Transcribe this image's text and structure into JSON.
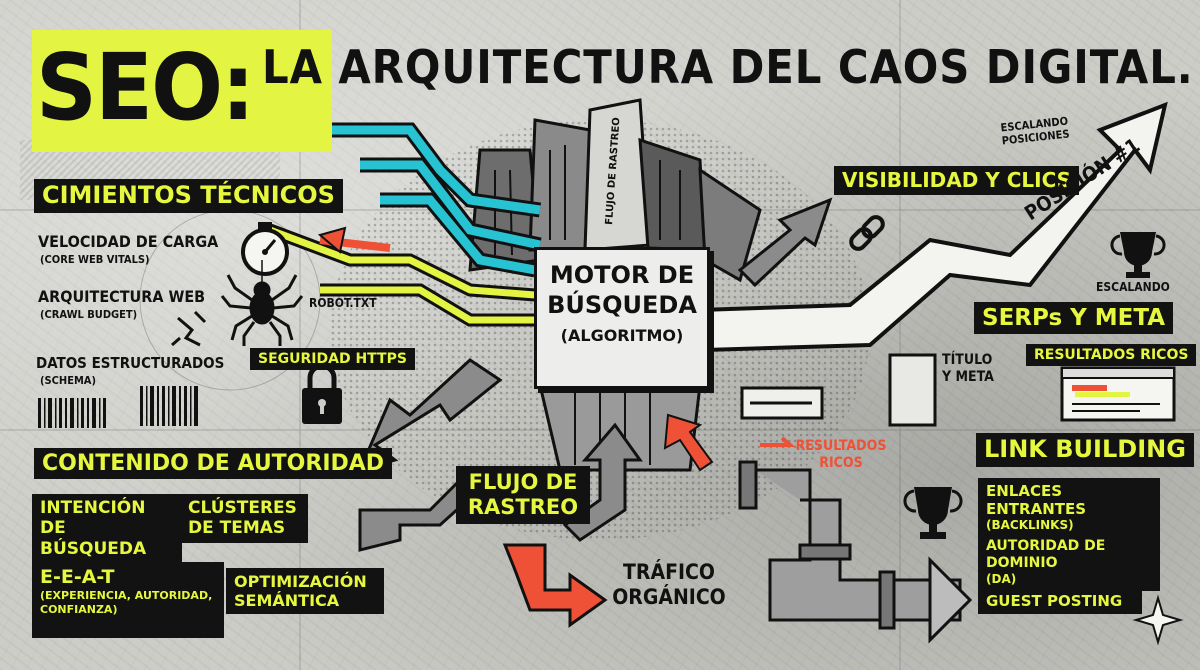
{
  "title": {
    "prefix": "SEO:",
    "main": "LA ARQUITECTURA DEL CAOS DIGITAL."
  },
  "center": {
    "line1": "MOTOR DE",
    "line2": "BÚSQUEDA",
    "line3": "(ALGORITMO)"
  },
  "tech": {
    "header": "CIMIENTOS TÉCNICOS",
    "speed": "VELOCIDAD DE CARGA",
    "speed_sub": "(CORE WEB VITALS)",
    "arch": "ARQUITECTURA WEB",
    "arch_sub": "(CRAWL BUDGET)",
    "robot": "ROBOT.TXT",
    "data": "DATOS ESTRUCTURADOS",
    "data_sub": "(SCHEMA)",
    "https": "SEGURIDAD HTTPS"
  },
  "content": {
    "header": "CONTENIDO DE AUTORIDAD",
    "intent": "INTENCIÓN DE BÚSQUEDA",
    "clusters": "CLÚSTERES DE TEMAS",
    "eeat": "E-E-A-T",
    "eeat_sub": "(EXPERIENCIA, AUTORIDAD, CONFIANZA)",
    "semantic": "OPTIMIZACIÓN SEMÁNTICA"
  },
  "flow": {
    "crawl": "FLUJO DE RASTREO",
    "traffic": "TRÁFICO ORGÁNICO",
    "rich": "RESULTADOS RICOS",
    "building_text": "FLUJO DE RASTREO"
  },
  "right": {
    "visibility": "VISIBILIDAD Y CLICS",
    "scaling": "ESCALANDO POSICIONES",
    "position": "POSICIÓN #1",
    "scaling2": "ESCALANDO",
    "serps": "SERPs Y META",
    "title_meta": "TÍTULO Y META",
    "rich_results": "RESULTADOS RICOS"
  },
  "links": {
    "header": "LINK BUILDING",
    "backlinks": "ENLACES ENTRANTES",
    "backlinks_sub": "(BACKLINKS)",
    "domain": "AUTORIDAD DE DOMINIO",
    "domain_sub": "(DA)",
    "guest": "GUEST POSTING"
  },
  "colors": {
    "accent_yellow": "#e3f542",
    "accent_cyan": "#27c3d3",
    "accent_red": "#ef5136",
    "ink": "#111111"
  },
  "icons": [
    "stopwatch-icon",
    "spider-icon",
    "padlock-icon",
    "barcode-icon",
    "trophy-icon",
    "chain-link-icon",
    "pipe-icon",
    "browser-window-icon",
    "sparkle-icon"
  ]
}
